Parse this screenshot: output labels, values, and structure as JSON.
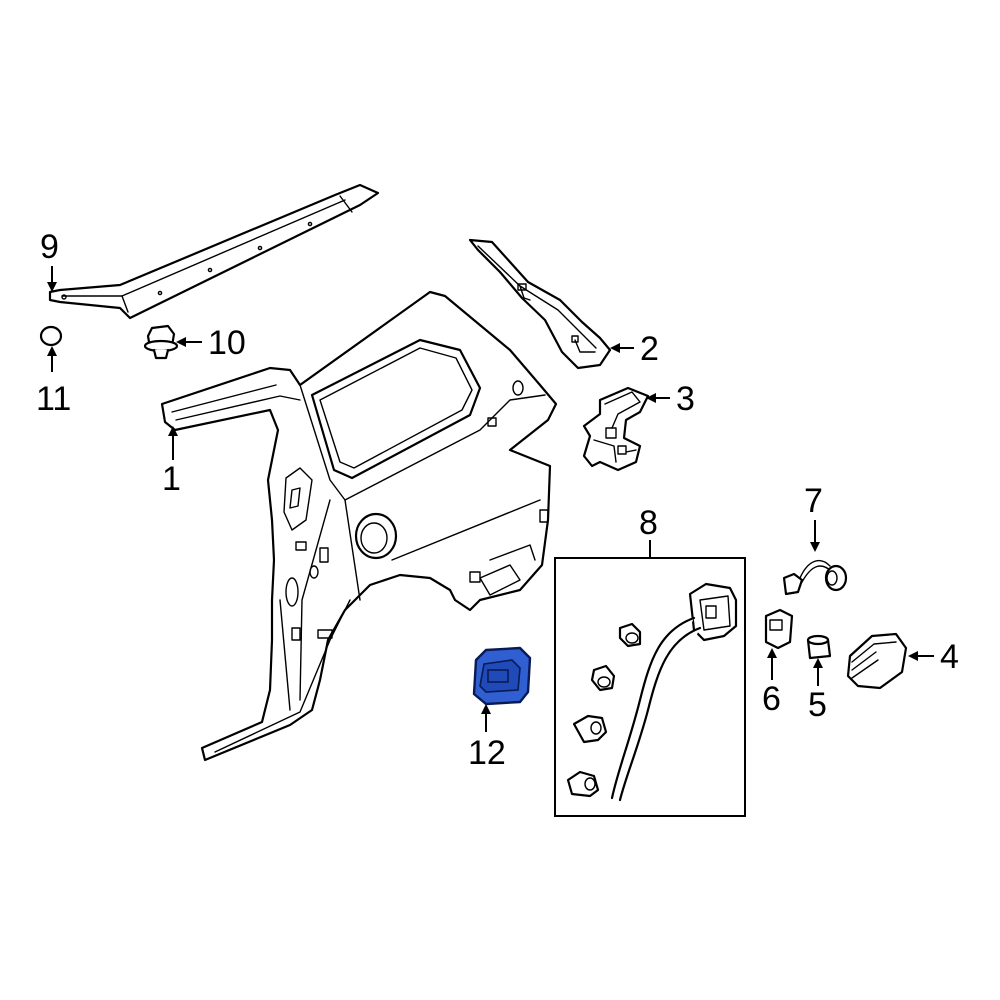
{
  "diagram": {
    "highlight_color": "#2f5fd0",
    "line_color": "#000000",
    "background_color": "#ffffff",
    "callouts": [
      {
        "id": "1",
        "label": "1"
      },
      {
        "id": "2",
        "label": "2"
      },
      {
        "id": "3",
        "label": "3"
      },
      {
        "id": "4",
        "label": "4"
      },
      {
        "id": "5",
        "label": "5"
      },
      {
        "id": "6",
        "label": "6"
      },
      {
        "id": "7",
        "label": "7"
      },
      {
        "id": "8",
        "label": "8"
      },
      {
        "id": "9",
        "label": "9"
      },
      {
        "id": "10",
        "label": "10"
      },
      {
        "id": "11",
        "label": "11"
      },
      {
        "id": "12",
        "label": "12"
      }
    ],
    "highlighted_part": "12"
  }
}
